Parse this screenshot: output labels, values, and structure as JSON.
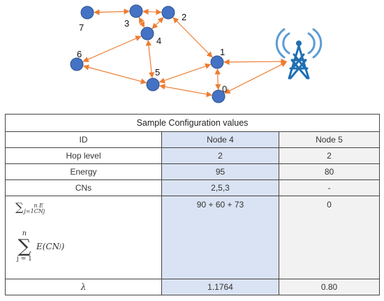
{
  "diagram": {
    "nodes": [
      {
        "id": "7",
        "label": "7"
      },
      {
        "id": "3",
        "label": "3"
      },
      {
        "id": "2",
        "label": "2"
      },
      {
        "id": "4",
        "label": "4"
      },
      {
        "id": "6",
        "label": "6"
      },
      {
        "id": "1",
        "label": "1"
      },
      {
        "id": "5",
        "label": "5"
      },
      {
        "id": "0",
        "label": "0"
      }
    ],
    "edges": [
      [
        "7",
        "3"
      ],
      [
        "3",
        "2"
      ],
      [
        "3",
        "4"
      ],
      [
        "2",
        "4"
      ],
      [
        "2",
        "1"
      ],
      [
        "6",
        "4"
      ],
      [
        "6",
        "5"
      ],
      [
        "4",
        "5"
      ],
      [
        "5",
        "1"
      ],
      [
        "5",
        "0"
      ],
      [
        "1",
        "0"
      ],
      [
        "1",
        "tower"
      ],
      [
        "0",
        "tower"
      ]
    ],
    "colors": {
      "node": "#4472c4",
      "node_stroke": "#2f528f",
      "edge": "#ed7d31",
      "tower": "#1f6fb2",
      "waves": "#5b9bd5"
    },
    "tower_icon": "radio-tower-icon"
  },
  "table": {
    "caption": "Sample Configuration values",
    "headers": {
      "label": "ID",
      "node4": "Node 4",
      "node5": "Node 5"
    },
    "rows": [
      {
        "label": "Hop level",
        "node4": "2",
        "node5": "2"
      },
      {
        "label": "Energy",
        "node4": "95",
        "node5": "80"
      },
      {
        "label": "CNs",
        "node4": "2,5,3",
        "node5": "-"
      }
    ],
    "formula_row": {
      "sum_top_prefix": "∑",
      "sum_top_sub": "j=1",
      "sum_top_sub2": "CNj",
      "sum_top_sup": "n E",
      "sum_big": "∑",
      "sum_big_upper": "n",
      "sum_big_lower": "j = 1",
      "sum_big_expr": "E(CN",
      "sum_big_expr_sub": "j",
      "sum_big_expr_close": ")",
      "node4": "90 + 60 + 73",
      "node5": "0"
    },
    "lambda_row": {
      "label": "λ",
      "node4": "1.1764",
      "node5": "0.80"
    },
    "colors": {
      "node4_bg": "#dae3f3",
      "node5_bg": "#f2f2f2"
    }
  }
}
